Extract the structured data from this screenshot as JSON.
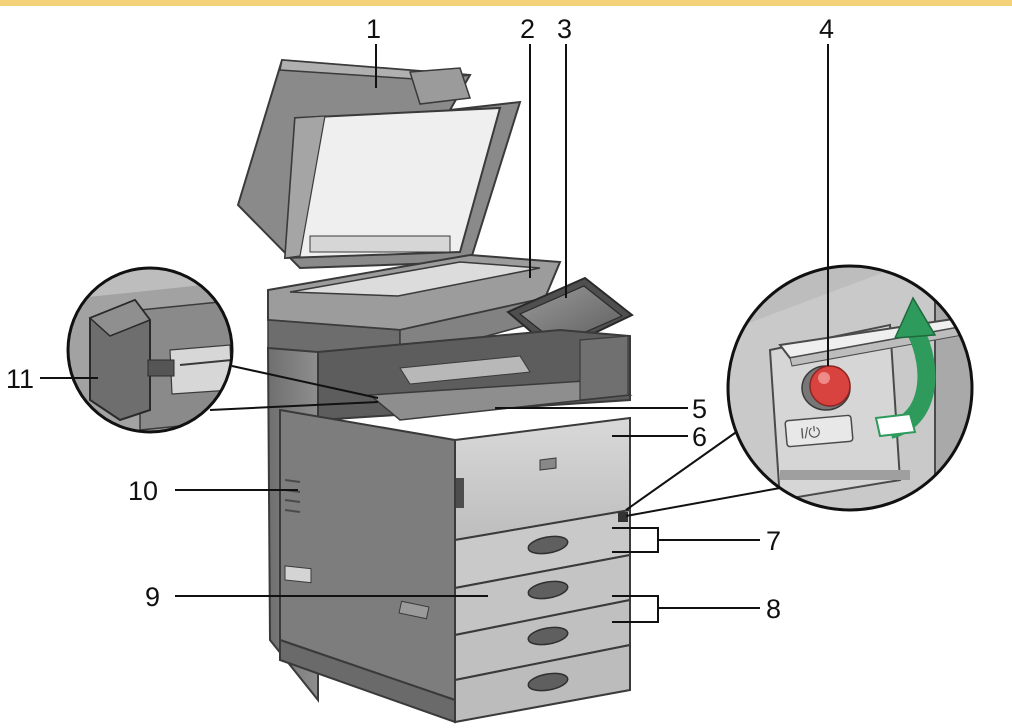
{
  "callouts": {
    "c1": "1",
    "c2": "2",
    "c3": "3",
    "c4": "4",
    "c5": "5",
    "c6": "6",
    "c7": "7",
    "c8": "8",
    "c9": "9",
    "c10": "10",
    "c11": "11"
  },
  "power_switch_label": "I/⏻",
  "colors": {
    "top_band": "#f3d27a",
    "body_dark": "#7c7c7c",
    "body_mid": "#a9a9a9",
    "body_light": "#d2d2d2",
    "power_button": "#d8433f",
    "arrow": "#2e9a5b"
  },
  "icons": [
    "power-button-icon",
    "open-arrow-icon"
  ]
}
